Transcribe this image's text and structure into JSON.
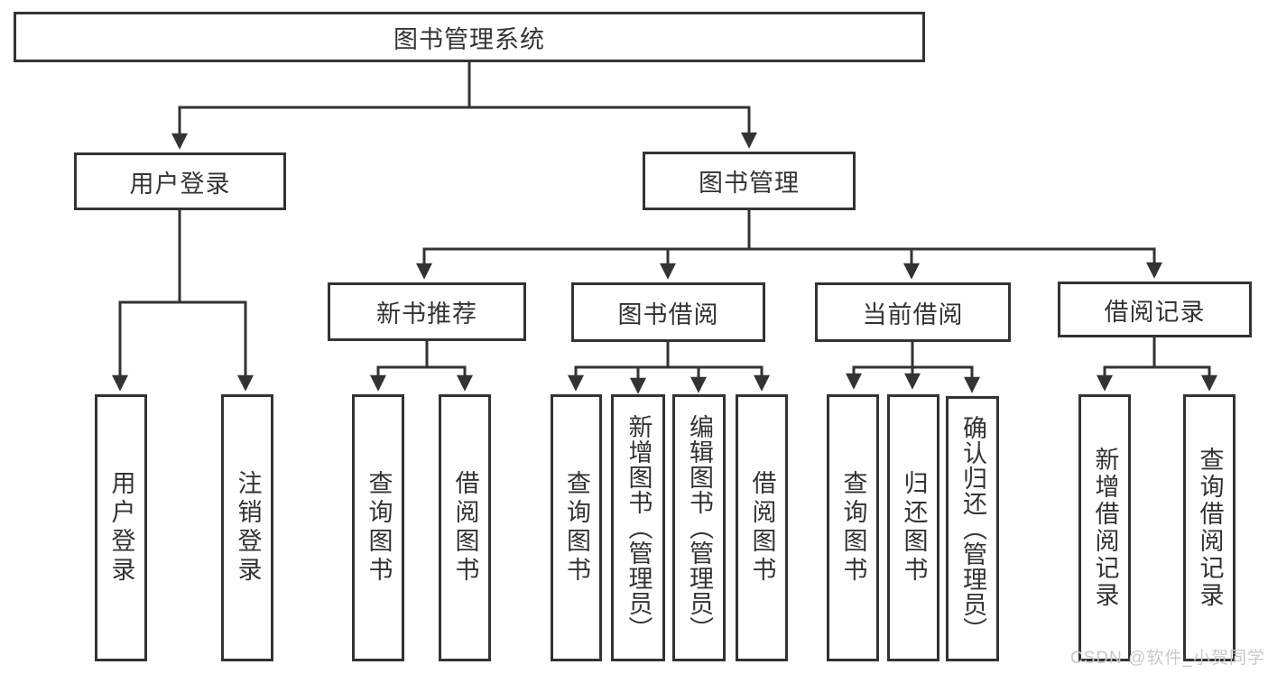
{
  "diagram": {
    "title": "图书管理系统",
    "root": {
      "label": "图书管理系统"
    },
    "level2": [
      {
        "label": "用户登录"
      },
      {
        "label": "图书管理"
      }
    ],
    "level3": [
      {
        "label": "新书推荐"
      },
      {
        "label": "图书借阅"
      },
      {
        "label": "当前借阅"
      },
      {
        "label": "借阅记录"
      }
    ],
    "leaves": {
      "user_login": [
        "用户登录",
        "注销登录"
      ],
      "new_book": [
        "查询图书",
        "借阅图书"
      ],
      "book_borrow": [
        "查询图书",
        "新增图书（管理员）",
        "编辑图书（管理员）",
        "借阅图书"
      ],
      "current_borrow": [
        "查询图书",
        "归还图书",
        "确认归还（管理员）"
      ],
      "borrow_records": [
        "新增借阅记录",
        "查询借阅记录"
      ]
    }
  },
  "watermark": "CSDN @软件_小贺同学",
  "colors": {
    "line": "#333333",
    "text": "#333333",
    "watermark": "#c9c9c9",
    "background": "#ffffff"
  }
}
